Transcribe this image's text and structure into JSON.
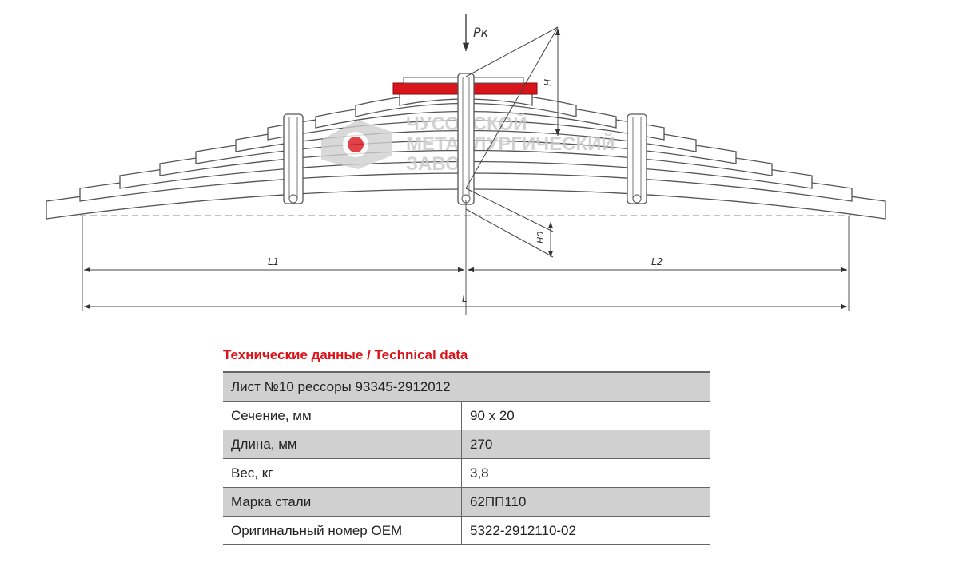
{
  "drawing": {
    "load_label": "Pк",
    "height_label": "H",
    "height0_label": "H0",
    "l1_label": "L1",
    "l2_label": "L2",
    "l_label": "L",
    "watermark": {
      "line1": "ЧУСОВСКОЙ",
      "line2": "МЕТАЛЛУРГИЧЕСКИЙ",
      "line3": "ЗАВОД"
    },
    "highlight_color": "#d9141a"
  },
  "specs": {
    "title": "Технические данные / Technical data",
    "header": "Лист №10 рессоры 93345-2912012",
    "rows": [
      {
        "label": "Сечение, мм",
        "value": "90 x 20"
      },
      {
        "label": "Длина, мм",
        "value": "270"
      },
      {
        "label": "Вес, кг",
        "value": "3,8"
      },
      {
        "label": "Марка стали",
        "value": "62ПП110"
      },
      {
        "label": "Оригинальный номер OEM",
        "value": "5322-2912110-02"
      }
    ]
  }
}
